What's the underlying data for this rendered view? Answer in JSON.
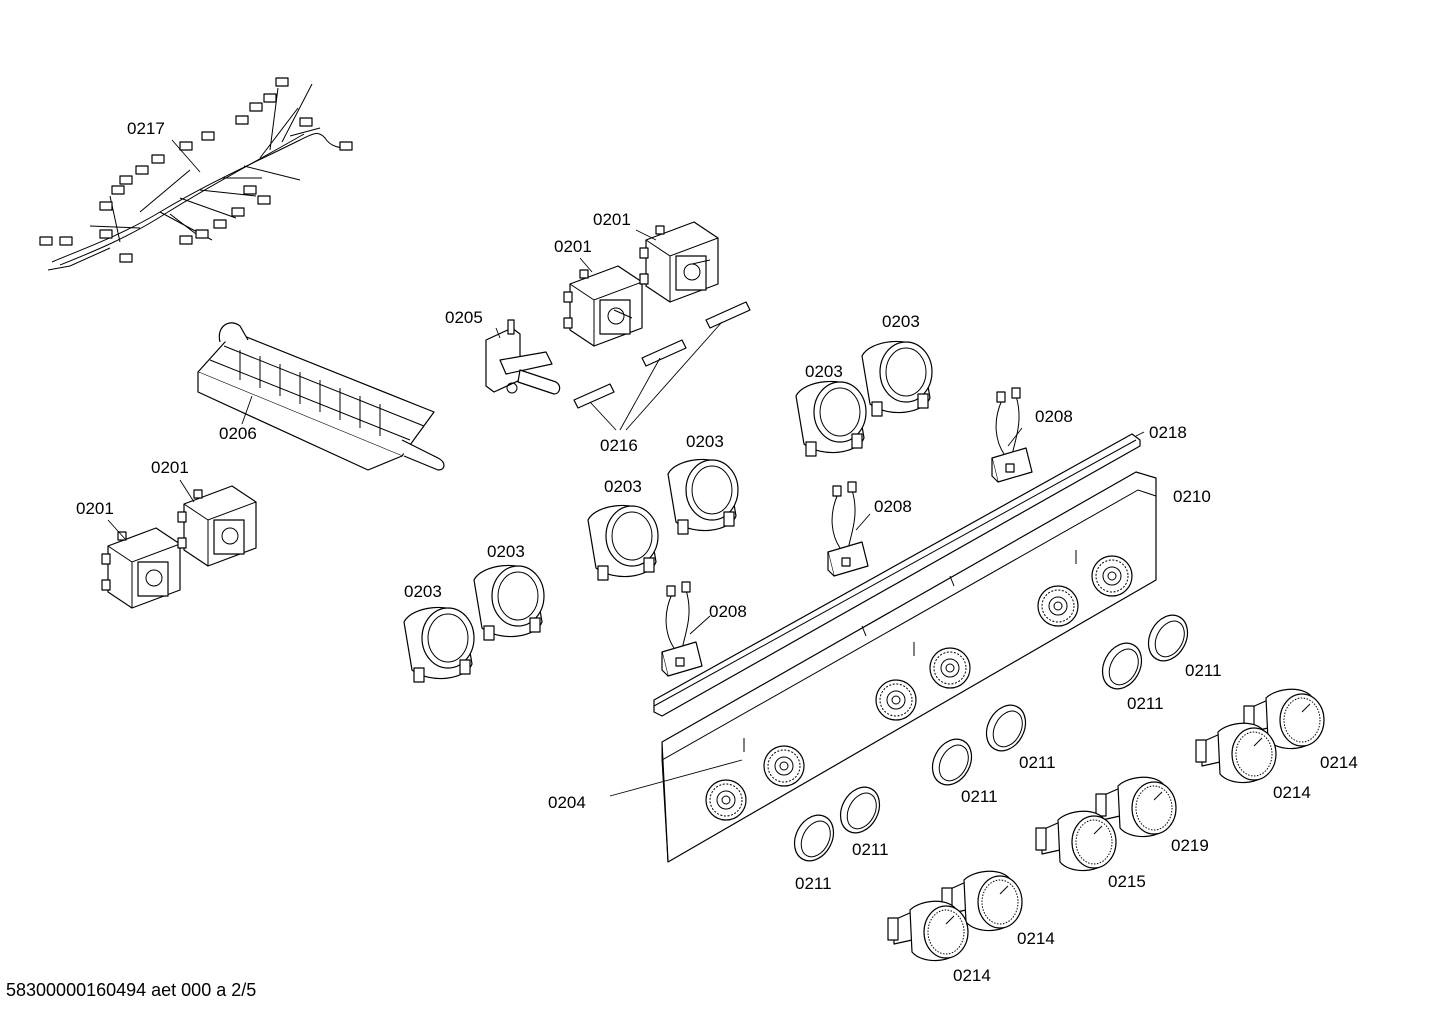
{
  "footer_text": "58300000160494 aet 000 a 2/5",
  "callouts": {
    "c0217": "0217",
    "c0201a": "0201",
    "c0201b": "0201",
    "c0205": "0205",
    "c0216": "0216",
    "c0206": "0206",
    "c0201c": "0201",
    "c0201d": "0201",
    "c0203a": "0203",
    "c0203b": "0203",
    "c0203c": "0203",
    "c0203d": "0203",
    "c0203e": "0203",
    "c0203f": "0203",
    "c0208a": "0208",
    "c0208b": "0208",
    "c0208c": "0208",
    "c0218": "0218",
    "c0210": "0210",
    "c0211a": "0211",
    "c0211b": "0211",
    "c0211c": "0211",
    "c0211d": "0211",
    "c0211e": "0211",
    "c0211f": "0211",
    "c0214a": "0214",
    "c0214b": "0214",
    "c0214c": "0214",
    "c0214d": "0214",
    "c0219": "0219",
    "c0215": "0215",
    "c0204": "0204"
  }
}
